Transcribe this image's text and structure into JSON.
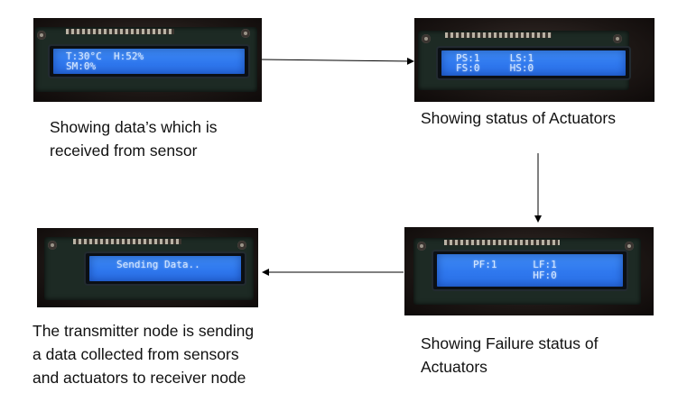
{
  "panels": {
    "sensor": {
      "lcd_row1": "T:30°C  H:52%",
      "lcd_row2": "SM:0%",
      "caption_line1": "Showing data’s which is",
      "caption_line2": "received from sensor"
    },
    "actuators": {
      "lcd_row1": "PS:1     LS:1",
      "lcd_row2": "FS:0     HS:0",
      "caption_line1": "Showing status of  Actuators"
    },
    "failure": {
      "lcd_row1": "PF:1      LF:1",
      "lcd_row2": "          HF:0",
      "caption_line1": "Showing Failure status of",
      "caption_line2": "Actuators"
    },
    "sending": {
      "lcd_row1": "Sending Data..",
      "caption_line1": "The transmitter node is sending",
      "caption_line2": "a data collected from sensors",
      "caption_line3": "and actuators to receiver node"
    }
  },
  "colors": {
    "lcd_backlight": "#3a86f2",
    "arrow": "#000000"
  }
}
